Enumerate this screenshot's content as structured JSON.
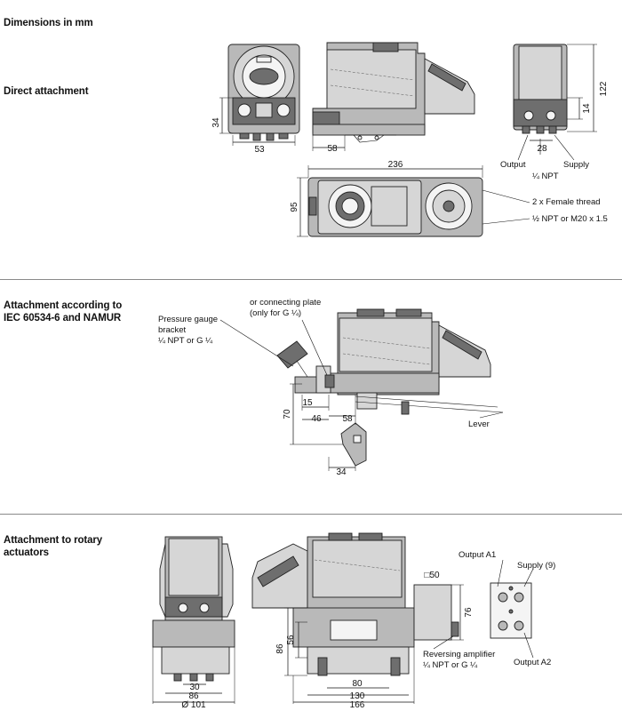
{
  "title": "Dimensions in mm",
  "sections": {
    "direct": {
      "heading": "Direct attachment",
      "dims": {
        "d34": "34",
        "d53": "53",
        "d58": "58",
        "d28": "28",
        "d14": "14",
        "d122": "122",
        "d236": "236",
        "d95": "95"
      },
      "labels": {
        "output": "Output",
        "supply": "Supply",
        "npt": "¼ NPT",
        "female_thread": "2 x Female thread",
        "thread_spec": "½ NPT or M20 x 1.5"
      }
    },
    "iec": {
      "heading_line1": "Attachment according to",
      "heading_line2": "IEC 60534-6 and NAMUR",
      "dims": {
        "d15": "15",
        "d46": "46",
        "d58": "58",
        "d70": "70",
        "d34": "34"
      },
      "labels": {
        "pg_line1": "Pressure gauge",
        "pg_line2": "bracket",
        "pg_line3": "¼ NPT or G ¼",
        "cp_line1": "or connecting plate",
        "cp_line2": "(only for G ¼)",
        "lever": "Lever"
      }
    },
    "rotary": {
      "heading_line1": "Attachment to rotary",
      "heading_line2": "actuators",
      "dims": {
        "d30": "30",
        "d86a": "86",
        "d101": "Ø 101",
        "d86b": "86",
        "d56": "56",
        "d80": "80",
        "d130": "130",
        "d166": "166",
        "d50": "□50",
        "d76": "76"
      },
      "labels": {
        "output_a1": "Output A1",
        "supply9": "Supply (9)",
        "rev_line1": "Reversing amplifier",
        "rev_line2": "¼ NPT or G ¼",
        "output_a2": "Output A2"
      }
    }
  }
}
